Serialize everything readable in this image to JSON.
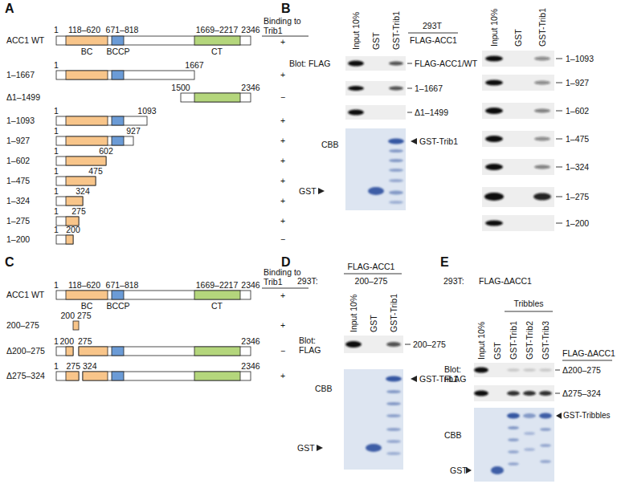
{
  "diagram": {
    "labels": [
      "A",
      "1",
      "118–620",
      "671–818",
      "1669–2217",
      "2346",
      "Binding to Trib1",
      "ACC1 WT",
      "+",
      "BC",
      "BCCP",
      "CT",
      "1",
      "1667",
      "1–1667",
      "+",
      "1500",
      "2346",
      "Δ1–1499",
      "−",
      "1",
      "1093",
      "1–1093",
      "+",
      "1",
      "927",
      "1–927",
      "+",
      "1",
      "602",
      "1–602",
      "+",
      "1",
      "475",
      "1–475",
      "+",
      "1",
      "324",
      "1–324",
      "+",
      "1",
      "275",
      "1–275",
      "+",
      "1",
      "200",
      "1–200",
      "−",
      "C",
      "1",
      "118–620",
      "671–818",
      "1669–2217",
      "2346",
      "Binding to Trib1",
      "ACC1 WT",
      "+",
      "BC",
      "BCCP",
      "CT",
      "200",
      "275",
      "200–275",
      "+",
      "1",
      "200",
      "275",
      "2346",
      "Δ200–275",
      "−",
      "1",
      "275",
      "324",
      "2346",
      "Δ275–324",
      "+",
      "B",
      "Input 10%",
      "GST",
      "GST-Trib1",
      "293T",
      "FLAG-ACC1",
      "Input 10%",
      "GST",
      "GST-Trib1",
      "Blot: FLAG",
      "FLAG-ACC1/WT",
      "1–1093",
      "1–1667",
      "1–927",
      "Δ1–1499",
      "1–602",
      "1–475",
      "CBB",
      "GST-Trib1",
      "1–324",
      "GST",
      "1–275",
      "1–200",
      "D",
      "FLAG-ACC1",
      "293T:",
      "200–275",
      "Input 10%",
      "GST",
      "GST-Trib1",
      "Blot: FLAG",
      "200–275",
      "CBB",
      "GST-Trib1",
      "GST",
      "E",
      "293T:",
      "FLAG-ΔACC1",
      "Tribbles",
      "Input 10%",
      "GST",
      "GST-Trib1",
      "GST-Trib2",
      "GST-Trib3",
      "FLAG-ΔACC1",
      "Blot: FLAG",
      "Δ200–275",
      "Δ275–324",
      "CBB",
      "GST-Tribbles",
      "GST"
    ]
  }
}
